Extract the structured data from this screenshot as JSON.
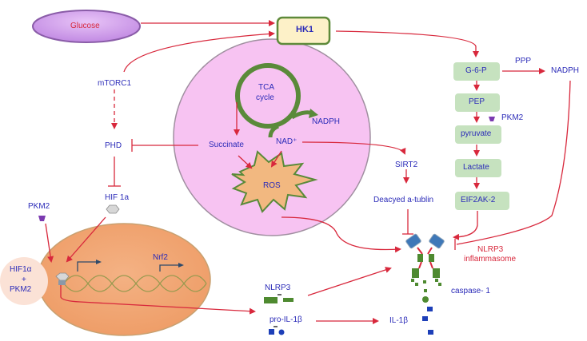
{
  "title": "Glucose metabolism and NLRP3 inflammasome activation pathway",
  "colors": {
    "arrow": "#d8283c",
    "label_text": "#2b2bb8",
    "cell_fill": "#f7c3f2",
    "nucleus_fill": "#f2a877",
    "metabolite_box": "#c6e2bf",
    "hk1_fill": "#fdf1c8",
    "hk1_border": "#5e8a3a",
    "tca_ring": "#5a8a3a",
    "ros_fill": "#f2b880",
    "glucose_fill": "#d9a7f0",
    "inflammasome_blue": "#3f78b8",
    "inflammasome_green": "#4e8a30",
    "pkm2_icon": "#7b3ab0"
  },
  "nodes": {
    "glucose": "Glucose",
    "hk1": "HK1",
    "mtorc1": "mTORC1",
    "phd": "PHD",
    "hif1a": "HIF 1a",
    "pkm2_left": "PKM2",
    "hif_pkm2_complex": [
      "HIF1α",
      "+",
      "PKM2"
    ],
    "nrf2": "Nrf2",
    "tca_cycle": [
      "TCA",
      "cycle"
    ],
    "nadph_mito": "NADPH",
    "succinate": "Succinate",
    "nad": "NAD⁺",
    "ros": "ROS",
    "sirt2": "SIRT2",
    "deacyed_tubulin": "Deacyed a-tublin",
    "g6p": "G-6-P",
    "ppp": "PPP",
    "nadph_right": "NADPH",
    "pep": "PEP",
    "pkm2_right": "PKM2",
    "pyruvate": "pyruvate",
    "lactate": "Lactate",
    "eif2ak2": "EIF2AK-2",
    "nlrp3_inflammasome": [
      "NLRP3",
      "inflammasome"
    ],
    "caspase1": "caspase- 1",
    "nlrp3": "NLRP3",
    "pro_il1b": "pro-IL-1β",
    "il1b": "IL-1β"
  }
}
